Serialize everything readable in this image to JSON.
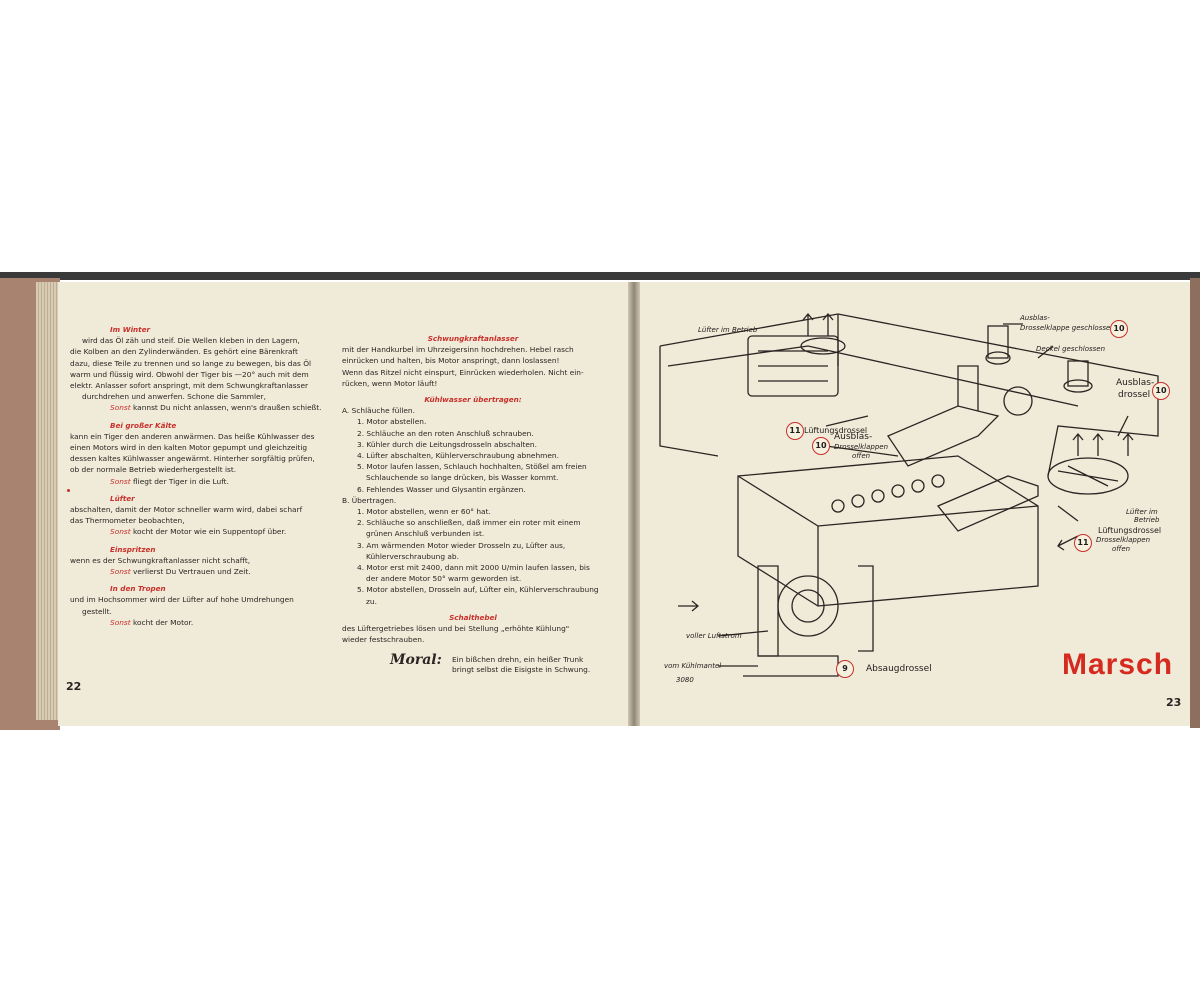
{
  "left_page": {
    "page_number": "22",
    "sections": [
      {
        "heading": "Im Winter",
        "lines": [
          "wird das Öl zäh und steif.  Die Wellen kleben in den Lagern,",
          "die Kolben an den Zylinderwänden. Es gehört eine Bärenkraft",
          "dazu, diese Teile zu trennen und so lange zu bewegen, bis das Öl",
          "warm und flüssig wird. Obwohl der Tiger bis —20° auch mit dem",
          "elektr. Anlasser sofort anspringt, mit dem Schwungkraftanlasser",
          "durchdrehen und anwerfen. Schone die Sammler,"
        ],
        "sonst": "Sonst",
        "sonst_text": "kannst Du nicht anlassen, wenn's draußen schießt."
      },
      {
        "heading": "Bei großer Kälte",
        "lines": [
          "kann ein Tiger den anderen anwärmen. Das heiße Kühlwasser des",
          "einen Motors wird in den kalten Motor gepumpt und gleichzeitig",
          "dessen kaltes Kühlwasser angewärmt. Hinterher sorgfältig prüfen,",
          "ob der normale Betrieb wiederhergestellt ist."
        ],
        "sonst": "Sonst",
        "sonst_text": "fliegt der Tiger in die Luft."
      },
      {
        "heading": "Lüfter",
        "lines": [
          "abschalten, damit der Motor schneller warm wird, dabei scharf",
          "das Thermometer beobachten,"
        ],
        "sonst": "Sonst",
        "sonst_text": "kocht der Motor wie ein Suppentopf über."
      },
      {
        "heading": "Einspritzen",
        "lines": [
          "wenn es der Schwungkraftanlasser nicht schafft,"
        ],
        "sonst": "Sonst",
        "sonst_text": "verlierst Du Vertrauen und Zeit."
      },
      {
        "heading": "In den Tropen",
        "lines": [
          "und im Hochsommer wird der Lüfter auf hohe Umdrehungen",
          "gestellt."
        ],
        "sonst": "Sonst",
        "sonst_text": "kocht der Motor."
      }
    ]
  },
  "middle_column": {
    "heading1": "Schwungkraftanlasser",
    "para1": [
      "mit der Handkurbel im Uhrzeigersinn hochdrehen. Hebel rasch",
      "einrücken und halten, bis Motor anspringt, dann loslassen!",
      "Wenn das Ritzel nicht einspurt, Einrücken wiederholen. Nicht ein-",
      "rücken, wenn Motor läuft!"
    ],
    "heading2": "Kühlwasser übertragen:",
    "a_title": "A. Schläuche füllen.",
    "a_steps": [
      "1. Motor abstellen.",
      "2. Schläuche an den roten Anschluß schrauben.",
      "3. Kühler durch die Leitungsdrosseln abschalten.",
      "4. Lüfter abschalten, Kühlerverschraubung abnehmen.",
      "5. Motor laufen lassen, Schlauch hochhalten, Stößel am freien Schlauchende so lange drücken, bis Wasser kommt.",
      "6. Fehlendes Wasser und Glysantin ergänzen."
    ],
    "b_title": "B. Übertragen.",
    "b_steps": [
      "1. Motor abstellen, wenn er 60° hat.",
      "2. Schläuche so anschließen, daß immer ein roter mit einem grünen Anschluß verbunden ist.",
      "3. Am wärmenden Motor wieder Drosseln zu, Lüfter aus, Kühlerverschraubung ab.",
      "4. Motor erst mit 2400, dann mit 2000 U/min laufen lassen, bis der andere Motor 50° warm geworden ist.",
      "5. Motor abstellen, Drosseln auf, Lüfter ein, Kühlerverschraubung zu."
    ],
    "heading3": "Schalthebel",
    "para3": [
      "des Lüftergetriebes lösen und bei Stellung „erhöhte Kühlung\"",
      "wieder festschrauben."
    ],
    "moral_label": "Moral:",
    "moral_text": [
      "Ein bißchen drehn, ein heißer Trunk",
      "bringt selbst die Eisigste in Schwung."
    ]
  },
  "right_page": {
    "page_number": "23",
    "title": "Marsch",
    "labels": {
      "luefter_betrieb": "Lüfter im Betrieb",
      "ausblas_geschlossen_1": "Ausblas-",
      "ausblas_geschlossen_2": "Drosselklappe geschlossen",
      "deckel": "Deckel geschlossen",
      "ausblas_drossel_1": "Ausblas-",
      "ausblas_drossel_2": "drossel",
      "lueftungsdrossel_left": "Lüftungsdrossel",
      "ausblas_offen_1": "Ausblas-",
      "ausblas_offen_2": "Drosselklappen",
      "ausblas_offen_3": "offen",
      "luefter_im_betrieb_right_1": "Lüfter im",
      "luefter_im_betrieb_right_2": "Betrieb",
      "lueftungsdrossel_right": "Lüftungsdrossel",
      "drosselklappen_offen_1": "Drosselklappen",
      "drosselklappen_offen_2": "offen",
      "voller_luftstrom": "voller Luftstrom",
      "vom_kuehlmantel": "vom Kühlmantel",
      "absaugdrossel": "Absaugdrossel",
      "signature": "3080"
    },
    "callouts": {
      "n10_top": "10",
      "n10_right": "10",
      "n11_left": "11",
      "n10_left": "10",
      "n11_right": "11",
      "n9": "9"
    }
  },
  "colors": {
    "accent_red": "#c8302a",
    "page_paper": "#f0ead9",
    "ink": "#2a2522"
  }
}
